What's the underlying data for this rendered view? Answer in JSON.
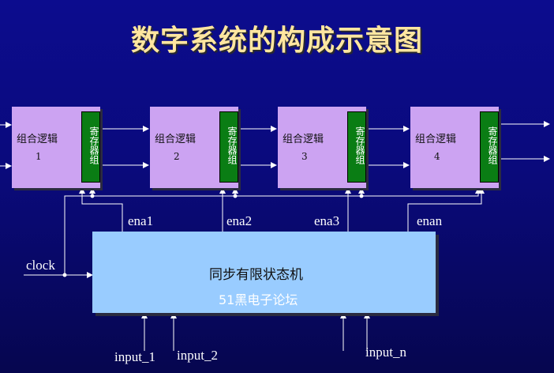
{
  "title": "数字系统的构成示意图",
  "blocks": [
    {
      "label": "组合逻辑",
      "number": "1",
      "register": "寄存器组"
    },
    {
      "label": "组合逻辑",
      "number": "2",
      "register": "寄存器组"
    },
    {
      "label": "组合逻辑",
      "number": "3",
      "register": "寄存器组"
    },
    {
      "label": "组合逻辑",
      "number": "4",
      "register": "寄存器组"
    }
  ],
  "fsm": {
    "title": "同步有限状态机",
    "watermark": "51黑电子论坛"
  },
  "signals": {
    "ena1": "ena1",
    "ena2": "ena2",
    "ena3": "ena3",
    "enan": "enan",
    "clock": "clock",
    "input_1": "input_1",
    "input_2": "input_2",
    "input_n": "input_n"
  },
  "colors": {
    "background": "#0a0a7c",
    "title": "#ffe6a0",
    "block": "#cca3f2",
    "register": "#0a7d14",
    "fsm": "#99ccff",
    "wire": "#ffffff"
  }
}
